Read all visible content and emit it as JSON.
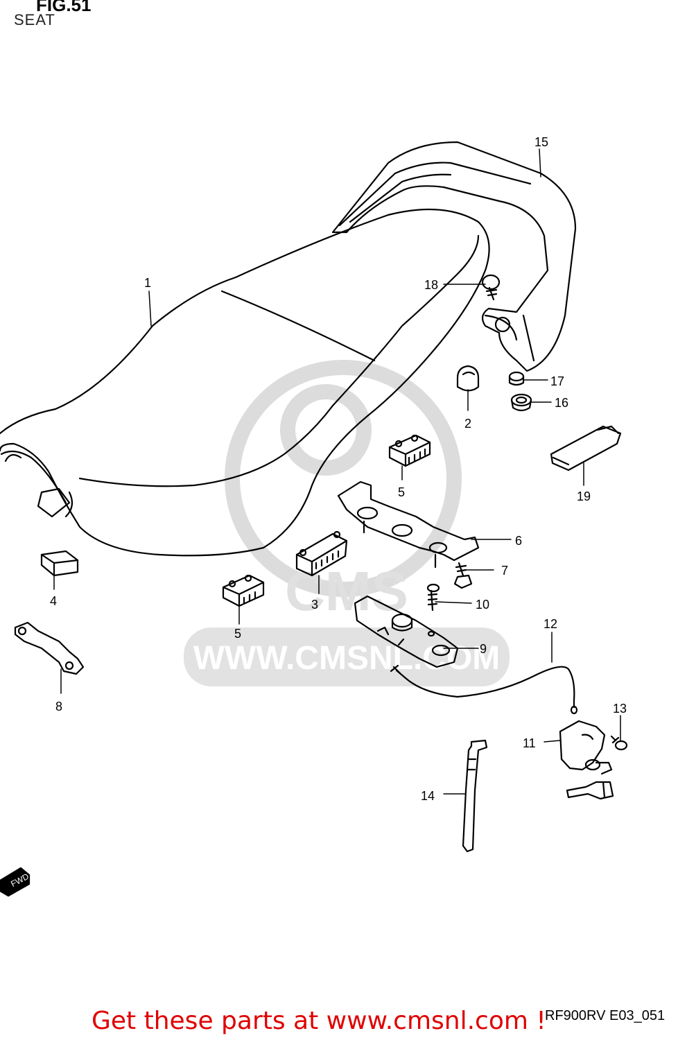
{
  "figure": {
    "title": "FIG.51",
    "subtitle": "SEAT"
  },
  "watermark": {
    "brand": "CMS",
    "url": "WWW.CMSNL.COM"
  },
  "fwd_arrow": {
    "label": "FWD"
  },
  "part_labels": {
    "p1": "1",
    "p2": "2",
    "p3": "3",
    "p4": "4",
    "p5a": "5",
    "p5b": "5",
    "p6": "6",
    "p7": "7",
    "p8": "8",
    "p9": "9",
    "p10": "10",
    "p11": "11",
    "p12": "12",
    "p13": "13",
    "p14": "14",
    "p15": "15",
    "p16": "16",
    "p17": "17",
    "p18": "18",
    "p19": "19"
  },
  "footer": {
    "model_code": "RF900RV E03_051",
    "promo": "Get these parts at www.cmsnl.com !"
  },
  "colors": {
    "line": "#000000",
    "watermark": "#d9d9d9",
    "promo": "#e00000"
  }
}
